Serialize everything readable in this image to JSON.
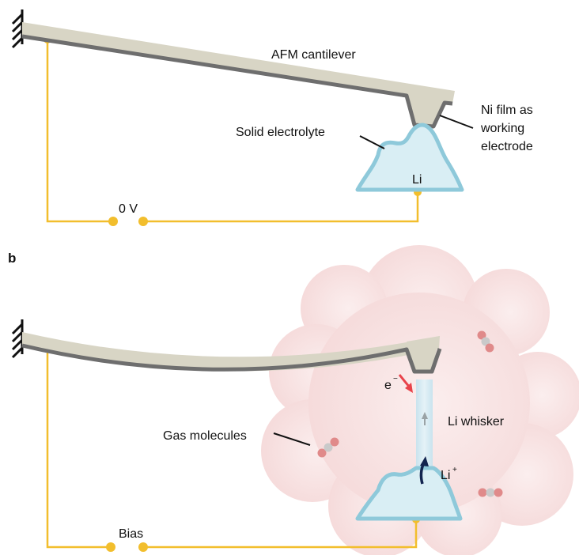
{
  "panel_b": {
    "letter": "b"
  },
  "labels": {
    "afm_cantilever": "AFM cantilever",
    "ni_film": [
      "Ni film as",
      "working",
      "electrode"
    ],
    "solid_electrolyte": "Solid electrolyte",
    "li": "Li",
    "zero_v": "0 V",
    "electron": "e",
    "electron_sup": "−",
    "li_whisker": "Li whisker",
    "li_ion": "Li",
    "li_ion_sup": "+",
    "gas_molecules": "Gas molecules",
    "bias": "Bias"
  },
  "colors": {
    "cantilever_fill": "#d8d5c5",
    "cantilever_edge": "#6e6e6e",
    "wire": "#f2be2d",
    "electrolyte_stroke": "#8ec9da",
    "electrolyte_fill": "#d9eef4",
    "cloud": "#f6dede",
    "electron_arrow": "#e8424a",
    "ion_arrow": "#12244f",
    "molecule": "#d99a9a"
  }
}
